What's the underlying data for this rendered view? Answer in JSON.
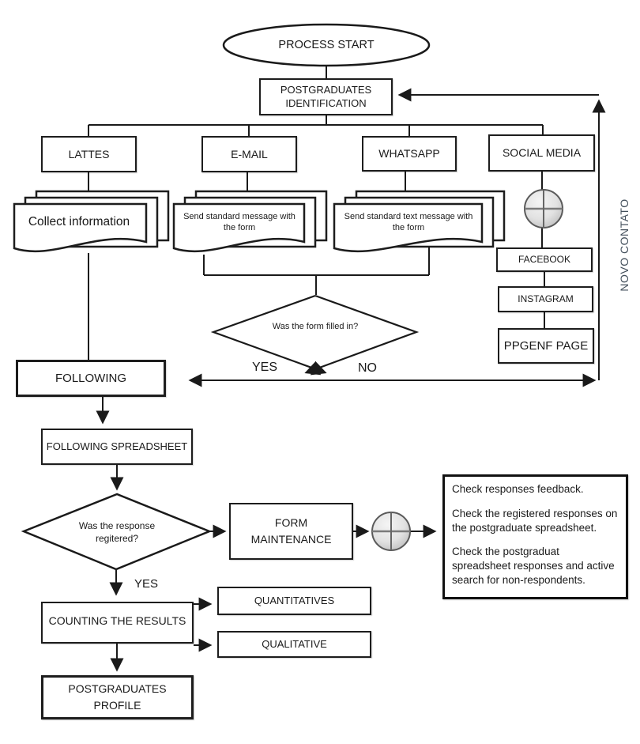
{
  "nodes": {
    "process_start": "PROCESS START",
    "postgraduates_identification": "POSTGRADUATES IDENTIFICATION",
    "lattes": "LATTES",
    "email": "E-MAIL",
    "whatsapp": "WHATSAPP",
    "social_media": "SOCIAL MEDIA",
    "collect_information": "Collect information",
    "send_standard_message": "Send standard message with the form",
    "send_standard_text_message": "Send standard text message with the form",
    "facebook": "FACEBOOK",
    "instagram": "INSTAGRAM",
    "ppgenf_page": "PPGENF PAGE",
    "decision_form_filled": "Was the form filled in?",
    "following": "FOLLOWING",
    "following_spreadsheet": "FOLLOWING SPREADSHEET",
    "decision_response_registered": "Was the response regitered?",
    "form_maintenance": "FORM MAINTENANCE",
    "counting_the_results": "COUNTING THE RESULTS",
    "quantitatives": "QUANTITATIVES",
    "qualitative": "QUALITATIVE",
    "postgraduates_profile": "POSTGRADUATES PROFILE"
  },
  "labels": {
    "yes_form": "YES",
    "no_form": "NO",
    "yes_response": "YES",
    "novo_contato": "NOVO CONTATO"
  },
  "notes": [
    "Check responses feedback.",
    "Check the registered responses on the postgraduate spreadsheet.",
    "Check the postgraduat spreadsheet responses and active search for non-respondents."
  ],
  "colors": {
    "line": "#1a1a1a",
    "novo_contato_text": "#44505c",
    "connector_fill_light": "#f2f2f2",
    "connector_fill_dark": "#c2c2c2"
  }
}
